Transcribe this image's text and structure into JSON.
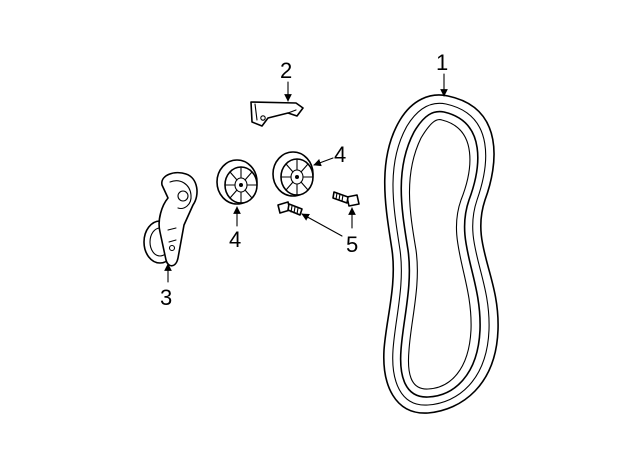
{
  "diagram": {
    "callouts": {
      "belt": "1",
      "bracket": "2",
      "tensioner": "3",
      "pulley_left": "4",
      "pulley_right": "4",
      "bolts": "5"
    },
    "parts": [
      {
        "id": "belt",
        "icon": "serpentine-belt-icon"
      },
      {
        "id": "bracket",
        "icon": "mounting-bracket-icon"
      },
      {
        "id": "tensioner",
        "icon": "belt-tensioner-icon"
      },
      {
        "id": "pulley",
        "icon": "idler-pulley-icon"
      },
      {
        "id": "bolt",
        "icon": "bolt-icon"
      }
    ],
    "colors": {
      "line": "#000000",
      "background": "#ffffff"
    }
  }
}
